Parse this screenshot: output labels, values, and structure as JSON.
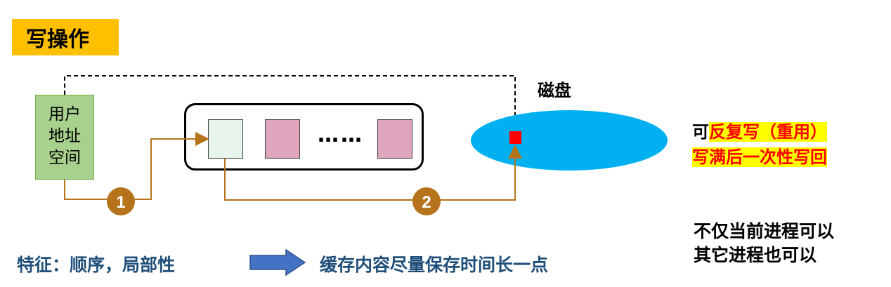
{
  "title": "写操作",
  "user_space": [
    "用户",
    "地址",
    "空间"
  ],
  "cache": {
    "dots": "……"
  },
  "disk": {
    "label": "磁盘"
  },
  "steps": [
    {
      "label": "1"
    },
    {
      "label": "2"
    }
  ],
  "highlight": {
    "prefix": "可",
    "line1_red": "反复写（重用）",
    "line2_red": "写满后一次性写回"
  },
  "note": [
    "不仅当前进程可以",
    "其它进程也可以"
  ],
  "feature": "特征：顺序，局部性",
  "result": "缓存内容尽量保存时间长一点",
  "colors": {
    "title_bg": "#ffc000",
    "user_box": "#a9d18e",
    "disk": "#00b0f0",
    "disk_block": "#ff0000",
    "step_circle": "#b5731b",
    "text_blue": "#1f4e79",
    "arrow": "#4472c4"
  }
}
